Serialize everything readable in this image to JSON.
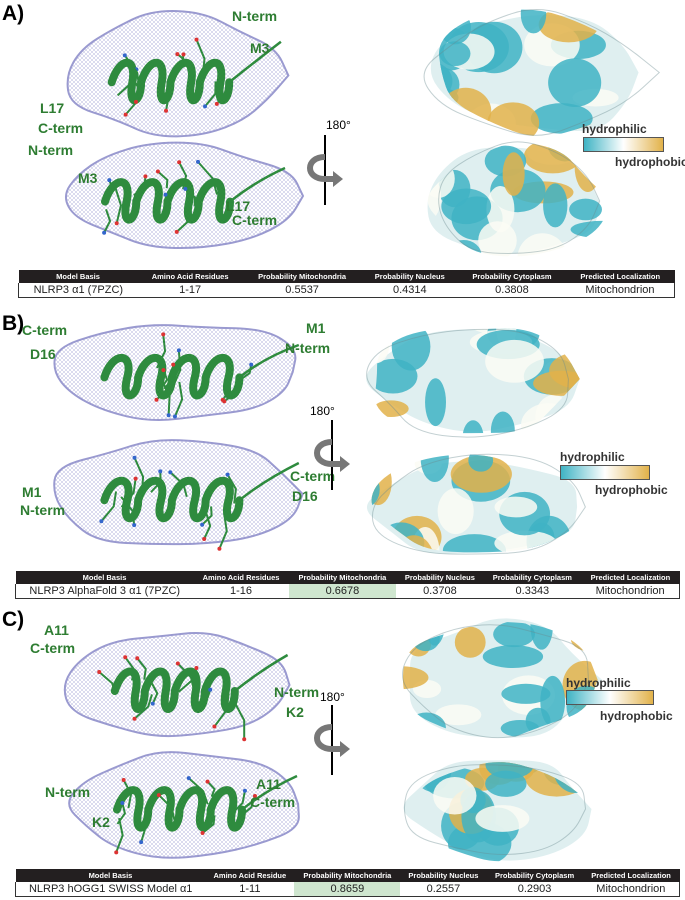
{
  "panels": [
    {
      "label": "A)",
      "labels_top": [
        "N-term",
        "M3",
        "L17",
        "C-term"
      ],
      "labels_bottom": [
        "N-term",
        "M3",
        "L17",
        "C-term"
      ],
      "rotation": "180°",
      "legend": {
        "hydrophilic": "hydrophilic",
        "hydrophobic": "hydrophobic"
      },
      "table": {
        "headers": [
          "Model Basis",
          "Amino Acid Residues",
          "Probability Mitochondria",
          "Probability Nucleus",
          "Probability Cytoplasm",
          "Predicted Localization"
        ],
        "row": [
          "NLRP3 α1 (7PZC)",
          "1-17",
          "0.5537",
          "0.4314",
          "0.3808",
          "Mitochondrion"
        ],
        "highlight": false
      }
    },
    {
      "label": "B)",
      "labels_top": [
        "C-term",
        "D16",
        "M1",
        "N-term"
      ],
      "labels_bottom": [
        "M1",
        "N-term",
        "C-term",
        "D16"
      ],
      "rotation": "180°",
      "legend": {
        "hydrophilic": "hydrophilic",
        "hydrophobic": "hydrophobic"
      },
      "table": {
        "headers": [
          "Model Basis",
          "Amino Acid Residues",
          "Probability Mitochondria",
          "Probability Nucleus",
          "Probability Cytoplasm",
          "Predicted Localization"
        ],
        "row": [
          "NLRP3 AlphaFold 3 α1 (7PZC)",
          "1-16",
          "0.6678",
          "0.3708",
          "0.3343",
          "Mitochondrion"
        ],
        "highlight": true
      }
    },
    {
      "label": "C)",
      "labels_top": [
        "A11",
        "C-term",
        "N-term",
        "K2"
      ],
      "labels_bottom": [
        "N-term",
        "K2",
        "A11",
        "C-term"
      ],
      "rotation": "180°",
      "legend": {
        "hydrophilic": "hydrophilic",
        "hydrophobic": "hydrophobic"
      },
      "table": {
        "headers": [
          "Model Basis",
          "Amino Acid Residue",
          "Probability Mitochondria",
          "Probability Nucleus",
          "Probability Cytoplasm",
          "Predicted Localization"
        ],
        "row": [
          "NLRP3 hOGG1 SWISS Model α1",
          "1-11",
          "0.8659",
          "0.2557",
          "0.2903",
          "Mitochondrion"
        ],
        "highlight": true
      }
    }
  ],
  "colors": {
    "helix": "#2e8b3e",
    "mesh": "#8e8ec8",
    "hydrophilic": "#3fb3c4",
    "hydrophobic": "#e2b24a",
    "highlight": "#cfe6cf"
  }
}
